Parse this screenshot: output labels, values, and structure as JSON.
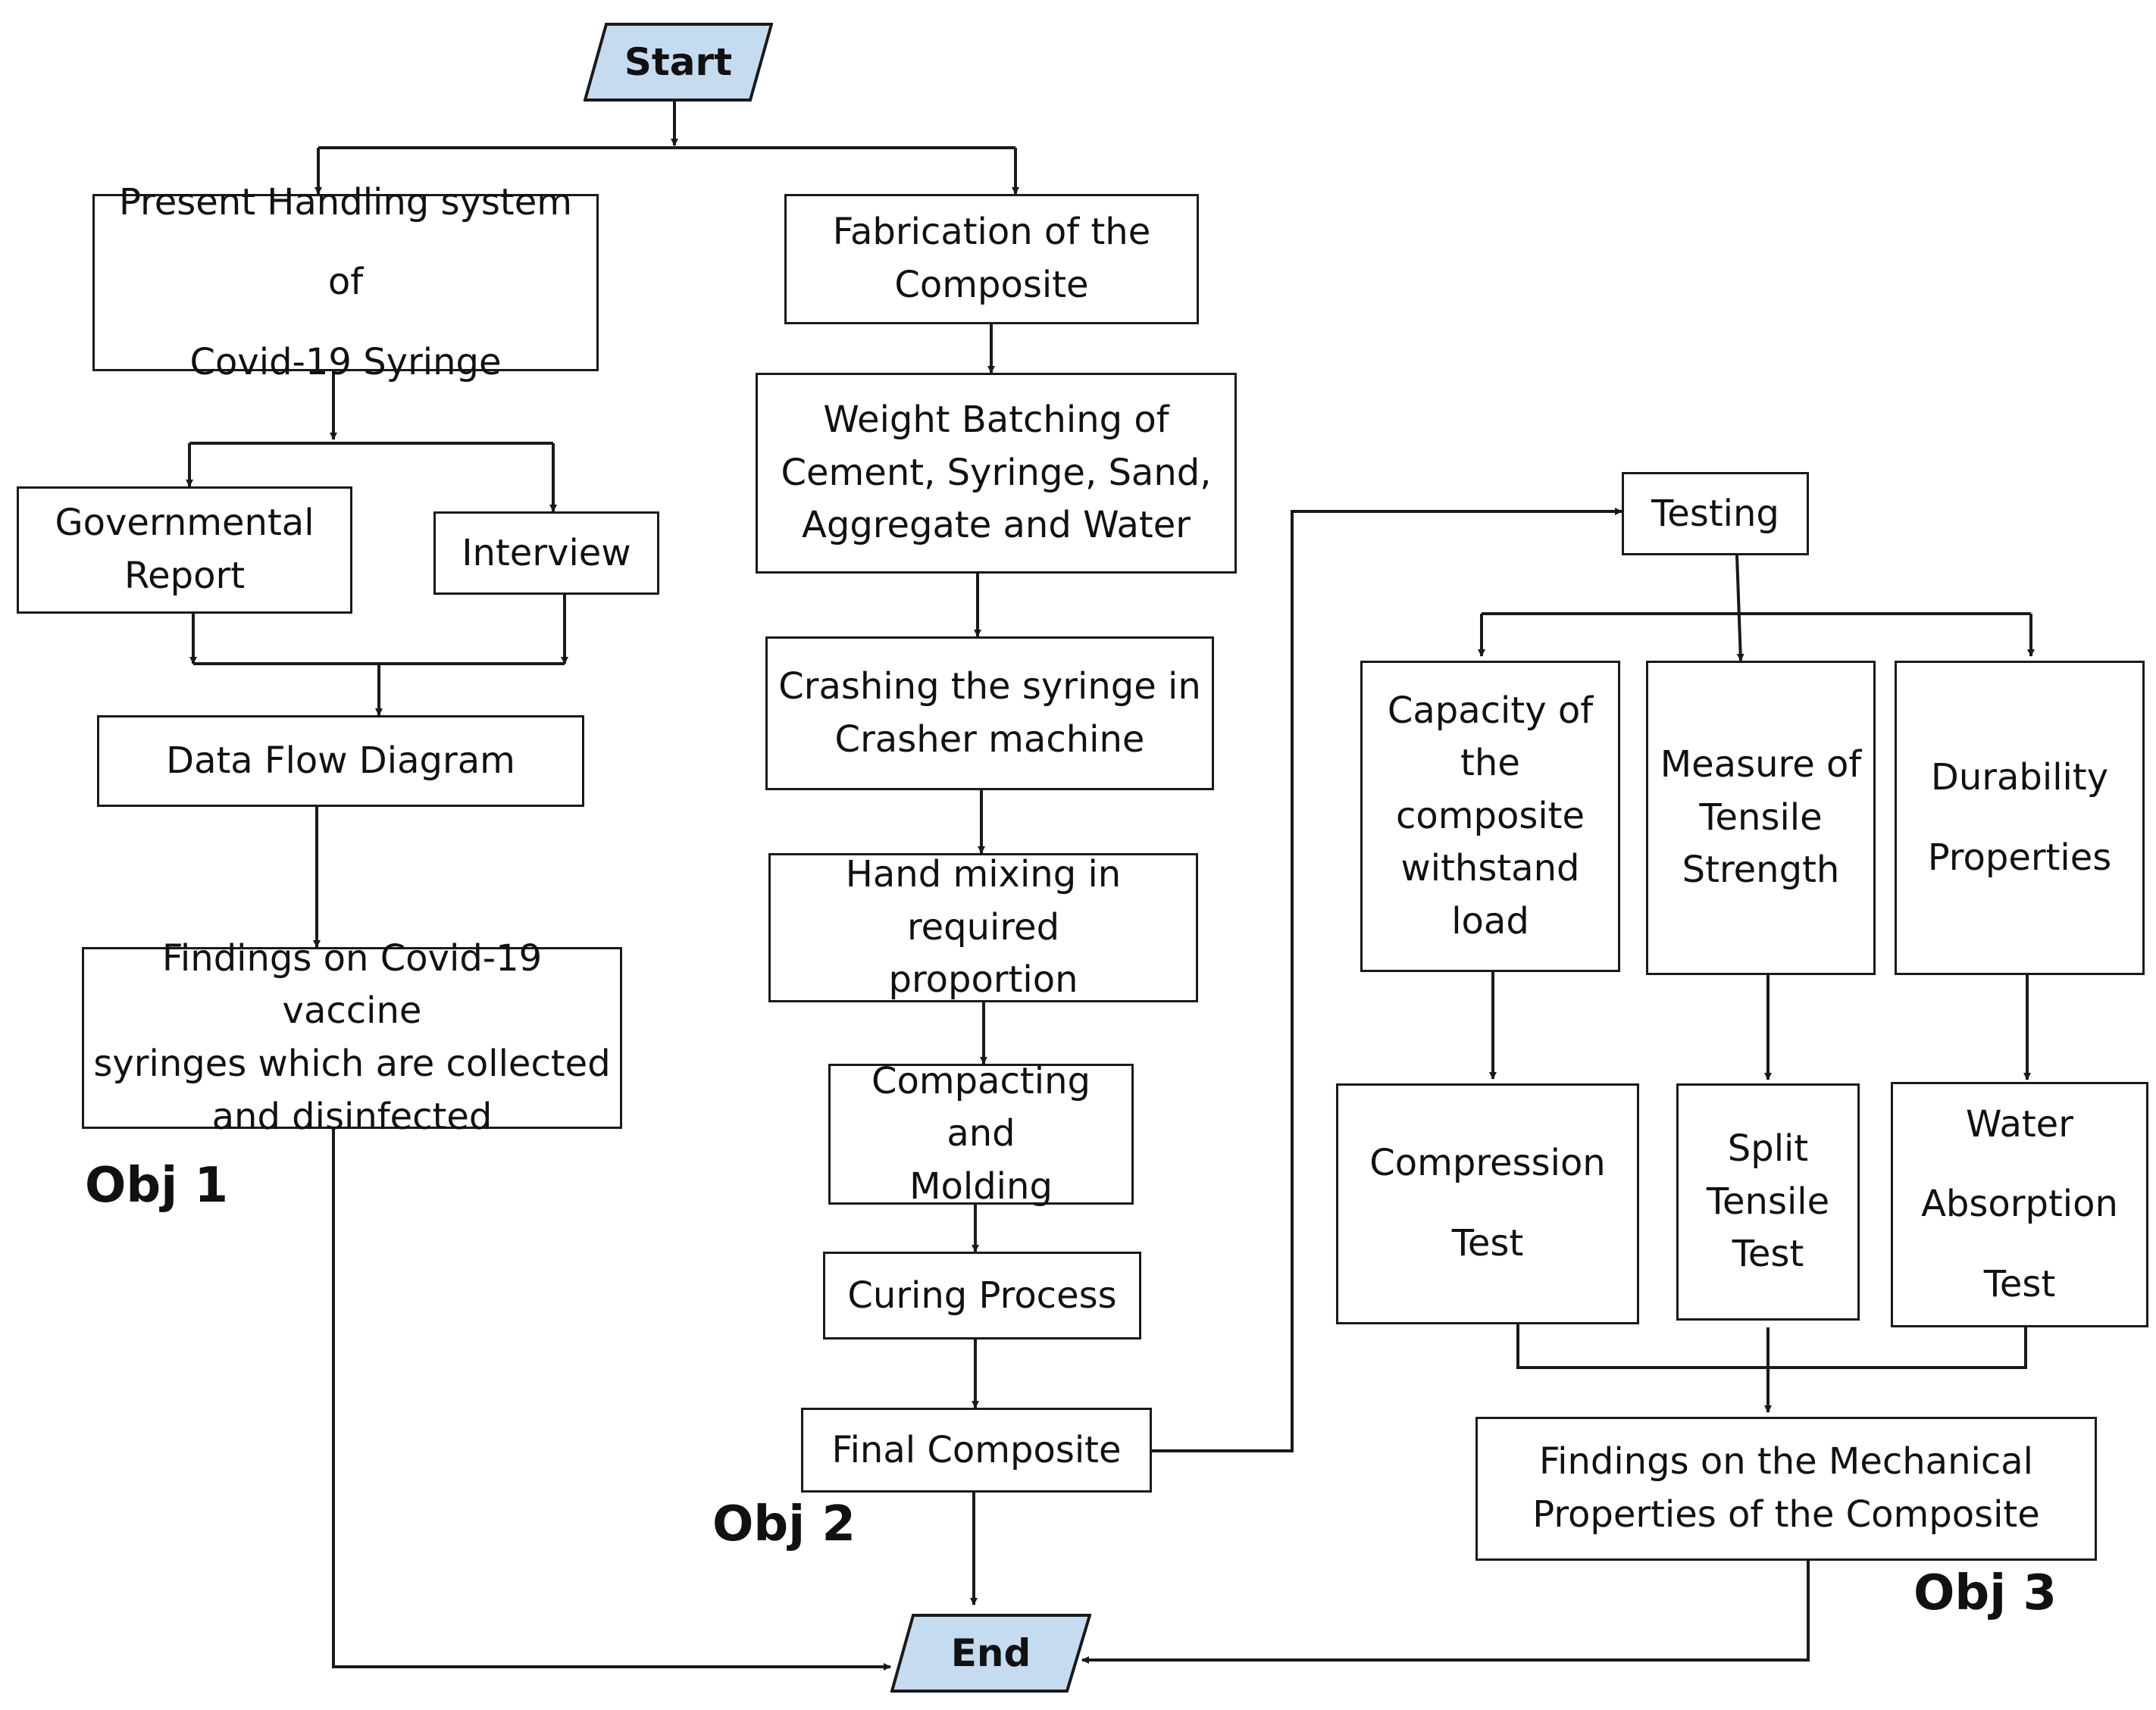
{
  "terminals": {
    "start": "Start",
    "end": "End"
  },
  "obj1": {
    "label": "Obj 1",
    "present_handling": [
      "Present Handling system of",
      "Covid-19 Syringe"
    ],
    "governmental_report": [
      "Governmental",
      "Report"
    ],
    "interview": [
      "Interview"
    ],
    "data_flow_diagram": [
      "Data Flow Diagram"
    ],
    "findings": [
      "Findings on Covid-19 vaccine",
      "syringes which are collected",
      "and disinfected"
    ]
  },
  "obj2": {
    "label": "Obj 2",
    "fabrication": [
      "Fabrication of the",
      "Composite"
    ],
    "weight_batching": [
      "Weight Batching of",
      "Cement, Syringe, Sand,",
      "Aggregate and Water"
    ],
    "crashing": [
      "Crashing the syringe in",
      "Crasher machine"
    ],
    "hand_mixing": [
      "Hand mixing in required",
      "proportion"
    ],
    "compacting": [
      "Compacting and",
      "Molding"
    ],
    "curing": [
      "Curing Process"
    ],
    "final_composite": [
      "Final Composite"
    ]
  },
  "obj3": {
    "label": "Obj 3",
    "testing": [
      "Testing"
    ],
    "capacity": [
      "Capacity of",
      "the",
      "composite",
      "withstand",
      "load"
    ],
    "tensile_measure": [
      "Measure of",
      "Tensile",
      "Strength"
    ],
    "durability": [
      "Durability",
      "Properties"
    ],
    "compression_test": [
      "Compression",
      "Test"
    ],
    "split_tensile_test": [
      "Split",
      "Tensile",
      "Test"
    ],
    "water_absorption_test": [
      "Water",
      "Absorption",
      "Test"
    ],
    "findings": [
      "Findings on the Mechanical",
      "Properties of the Composite"
    ]
  },
  "colors": {
    "terminal_fill": "#c5dcf0",
    "line": "#1a1a1a"
  }
}
